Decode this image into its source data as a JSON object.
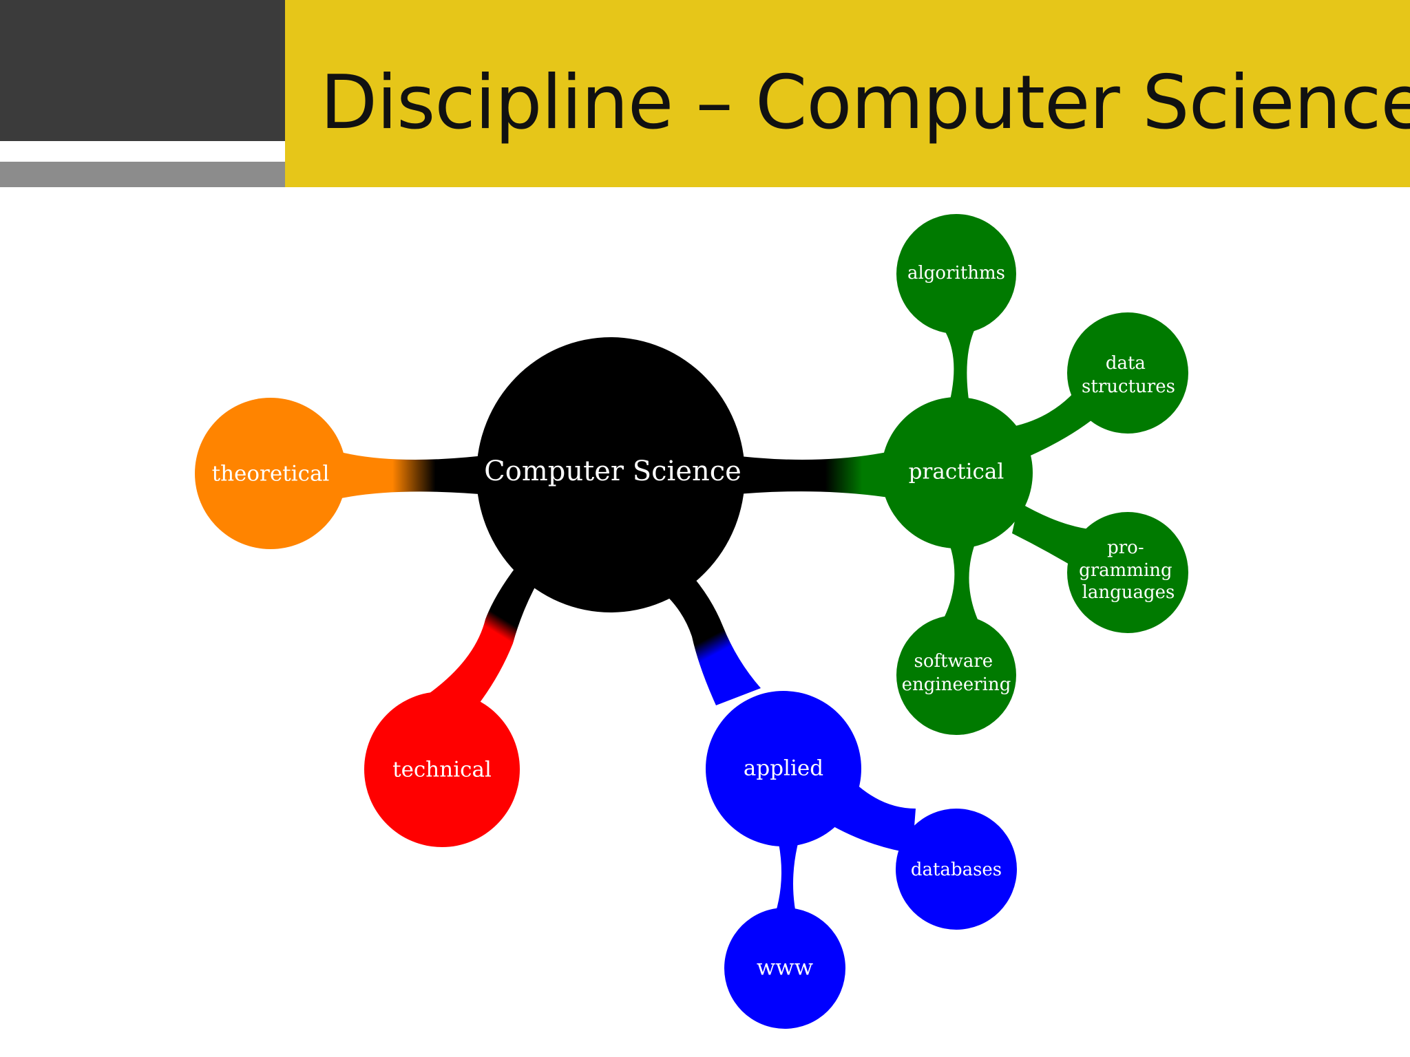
{
  "slide": {
    "title": "Discipline – Computer Science"
  },
  "colors": {
    "title_bar": "#e6c619",
    "corner_dark": "#3b3b3b",
    "corner_grey": "#8c8c8c",
    "center": "#000000",
    "theoretical": "#ff8400",
    "technical": "#ff0000",
    "applied": "#0000ff",
    "practical": "#007a00"
  },
  "mindmap": {
    "center": "Computer Science",
    "branches": {
      "theoretical": {
        "label": "theoretical"
      },
      "technical": {
        "label": "technical"
      },
      "applied": {
        "label": "applied",
        "children": {
          "databases": "databases",
          "www": "www"
        }
      },
      "practical": {
        "label": "practical",
        "children": {
          "algorithms": "algorithms",
          "data_structures": [
            "data",
            "structures"
          ],
          "programming_languages": [
            "pro-",
            "gramming",
            "languages"
          ],
          "software_engineering": [
            "software",
            "engineering"
          ]
        }
      }
    }
  }
}
